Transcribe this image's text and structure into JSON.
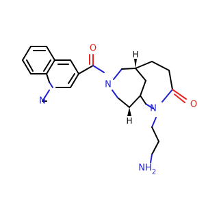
{
  "colors": {
    "background": "#ffffff",
    "carbon_bond": "#000000",
    "nitrogen": "#1f1fd2",
    "oxygen": "#e8231f"
  },
  "atoms": {
    "quinoline_n": "N",
    "ring_n6": "N",
    "ring_n1": "N",
    "amide_o": "O",
    "ketone_o": "O",
    "amine_n": "NH",
    "amine_sub": "2",
    "stereo_h_top": "H",
    "stereo_h_bottom": "H"
  }
}
